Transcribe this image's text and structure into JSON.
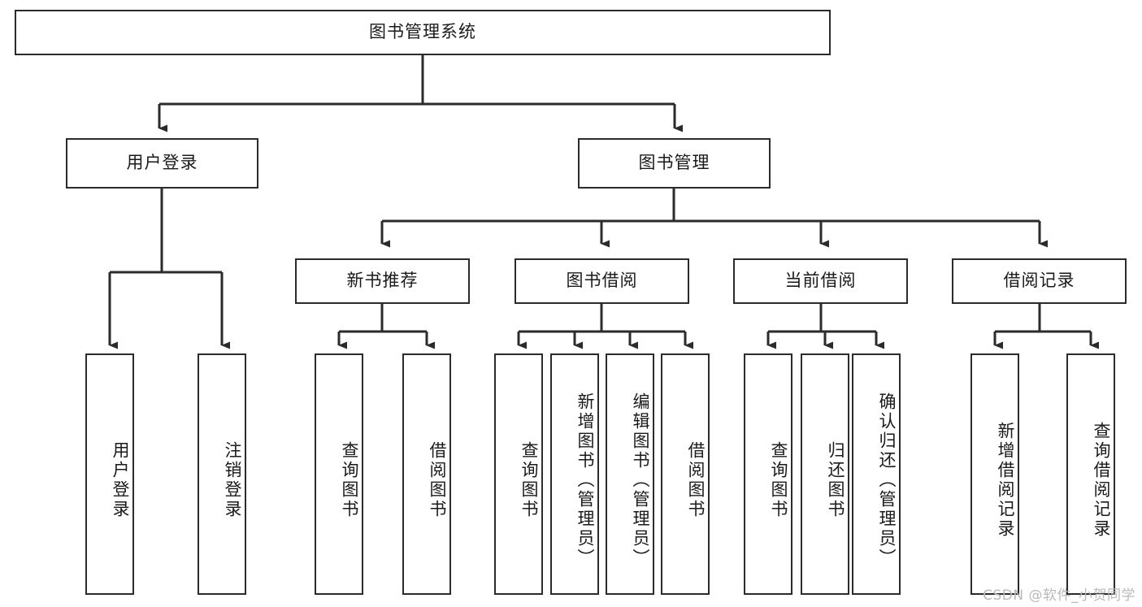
{
  "diagram": {
    "title": "图书管理系统",
    "type": "functional-structure-tree",
    "root": {
      "label": "图书管理系统"
    },
    "level1": [
      {
        "label": "用户登录"
      },
      {
        "label": "图书管理"
      }
    ],
    "level2": [
      {
        "label": "新书推荐"
      },
      {
        "label": "图书借阅"
      },
      {
        "label": "当前借阅"
      },
      {
        "label": "借阅记录"
      }
    ],
    "leaves": {
      "user_login": [
        {
          "label": "用户登录"
        },
        {
          "label": "注销登录"
        }
      ],
      "new_book_recommend": [
        {
          "label": "查询图书"
        },
        {
          "label": "借阅图书"
        }
      ],
      "book_borrow": [
        {
          "label": "查询图书"
        },
        {
          "label": "新增图书（管理员）"
        },
        {
          "label": "编辑图书（管理员）"
        },
        {
          "label": "借阅图书"
        }
      ],
      "current_borrow": [
        {
          "label": "查询图书"
        },
        {
          "label": "归还图书"
        },
        {
          "label": "确认归还（管理员）"
        }
      ],
      "borrow_record": [
        {
          "label": "新增借阅记录"
        },
        {
          "label": "查询借阅记录"
        }
      ]
    }
  },
  "watermark": {
    "text": "CSDN @软件_小贺同学"
  },
  "colors": {
    "stroke": "#2b2b2b",
    "background": "#ffffff",
    "text": "#1a1a1a",
    "watermark": "#b9b9b9"
  }
}
